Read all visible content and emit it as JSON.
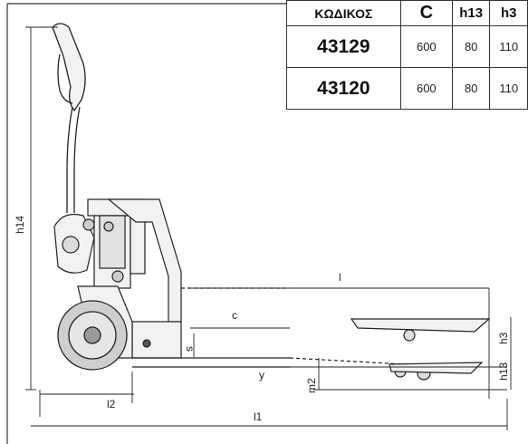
{
  "table": {
    "headers": [
      "ΚΩΔΙΚΟΣ",
      "C",
      "h13",
      "h3"
    ],
    "rows": [
      {
        "code": "43129",
        "c": "600",
        "h13": "80",
        "h3": "110"
      },
      {
        "code": "43120",
        "c": "600",
        "h13": "80",
        "h3": "110"
      }
    ]
  },
  "labels": {
    "h14": "h14",
    "l": "l",
    "c": "c",
    "s": "s",
    "h3": "h3",
    "h13": "h13",
    "y": "y",
    "m2": "m2",
    "l2": "l2",
    "l1": "l1"
  },
  "colors": {
    "line": "#222222",
    "body": "#f2f2f2",
    "wheel": "#cfcfcf"
  }
}
